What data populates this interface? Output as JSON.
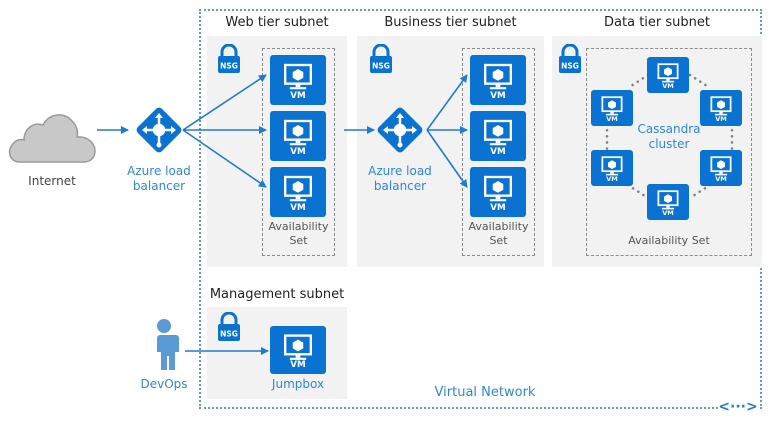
{
  "diagram": {
    "internet": {
      "label": "Internet",
      "icon": "cloud-icon"
    },
    "devops": {
      "label": "DevOps",
      "icon": "person-icon"
    },
    "virtual_network": {
      "label": "Virtual Network",
      "icon": "vnet-icon",
      "glyph": "<···>"
    },
    "colors": {
      "azure_blue": "#0a72d1",
      "label_blue": "#2e86de",
      "subnet_bg": "#f2f2f2",
      "cloud_gray": "#c8c8c8"
    },
    "web_tier": {
      "title": "Web tier subnet",
      "nsg": "NSG",
      "load_balancer": {
        "line1": "Azure load",
        "line2": "balancer"
      },
      "availability_set": {
        "line1": "Availability",
        "line2": "Set"
      },
      "vms": [
        "VM",
        "VM",
        "VM"
      ]
    },
    "business_tier": {
      "title": "Business tier subnet",
      "nsg": "NSG",
      "load_balancer": {
        "line1": "Azure load",
        "line2": "balancer"
      },
      "availability_set": {
        "line1": "Availability",
        "line2": "Set"
      },
      "vms": [
        "VM",
        "VM",
        "VM"
      ]
    },
    "data_tier": {
      "title": "Data tier subnet",
      "nsg": "NSG",
      "cluster": {
        "line1": "Cassandra",
        "line2": "cluster"
      },
      "availability_set": "Availability Set",
      "vms": [
        "VM",
        "VM",
        "VM",
        "VM",
        "VM",
        "VM"
      ]
    },
    "management": {
      "title": "Management subnet",
      "nsg": "NSG",
      "jumpbox": {
        "vm": "VM",
        "label": "Jumpbox"
      }
    }
  }
}
